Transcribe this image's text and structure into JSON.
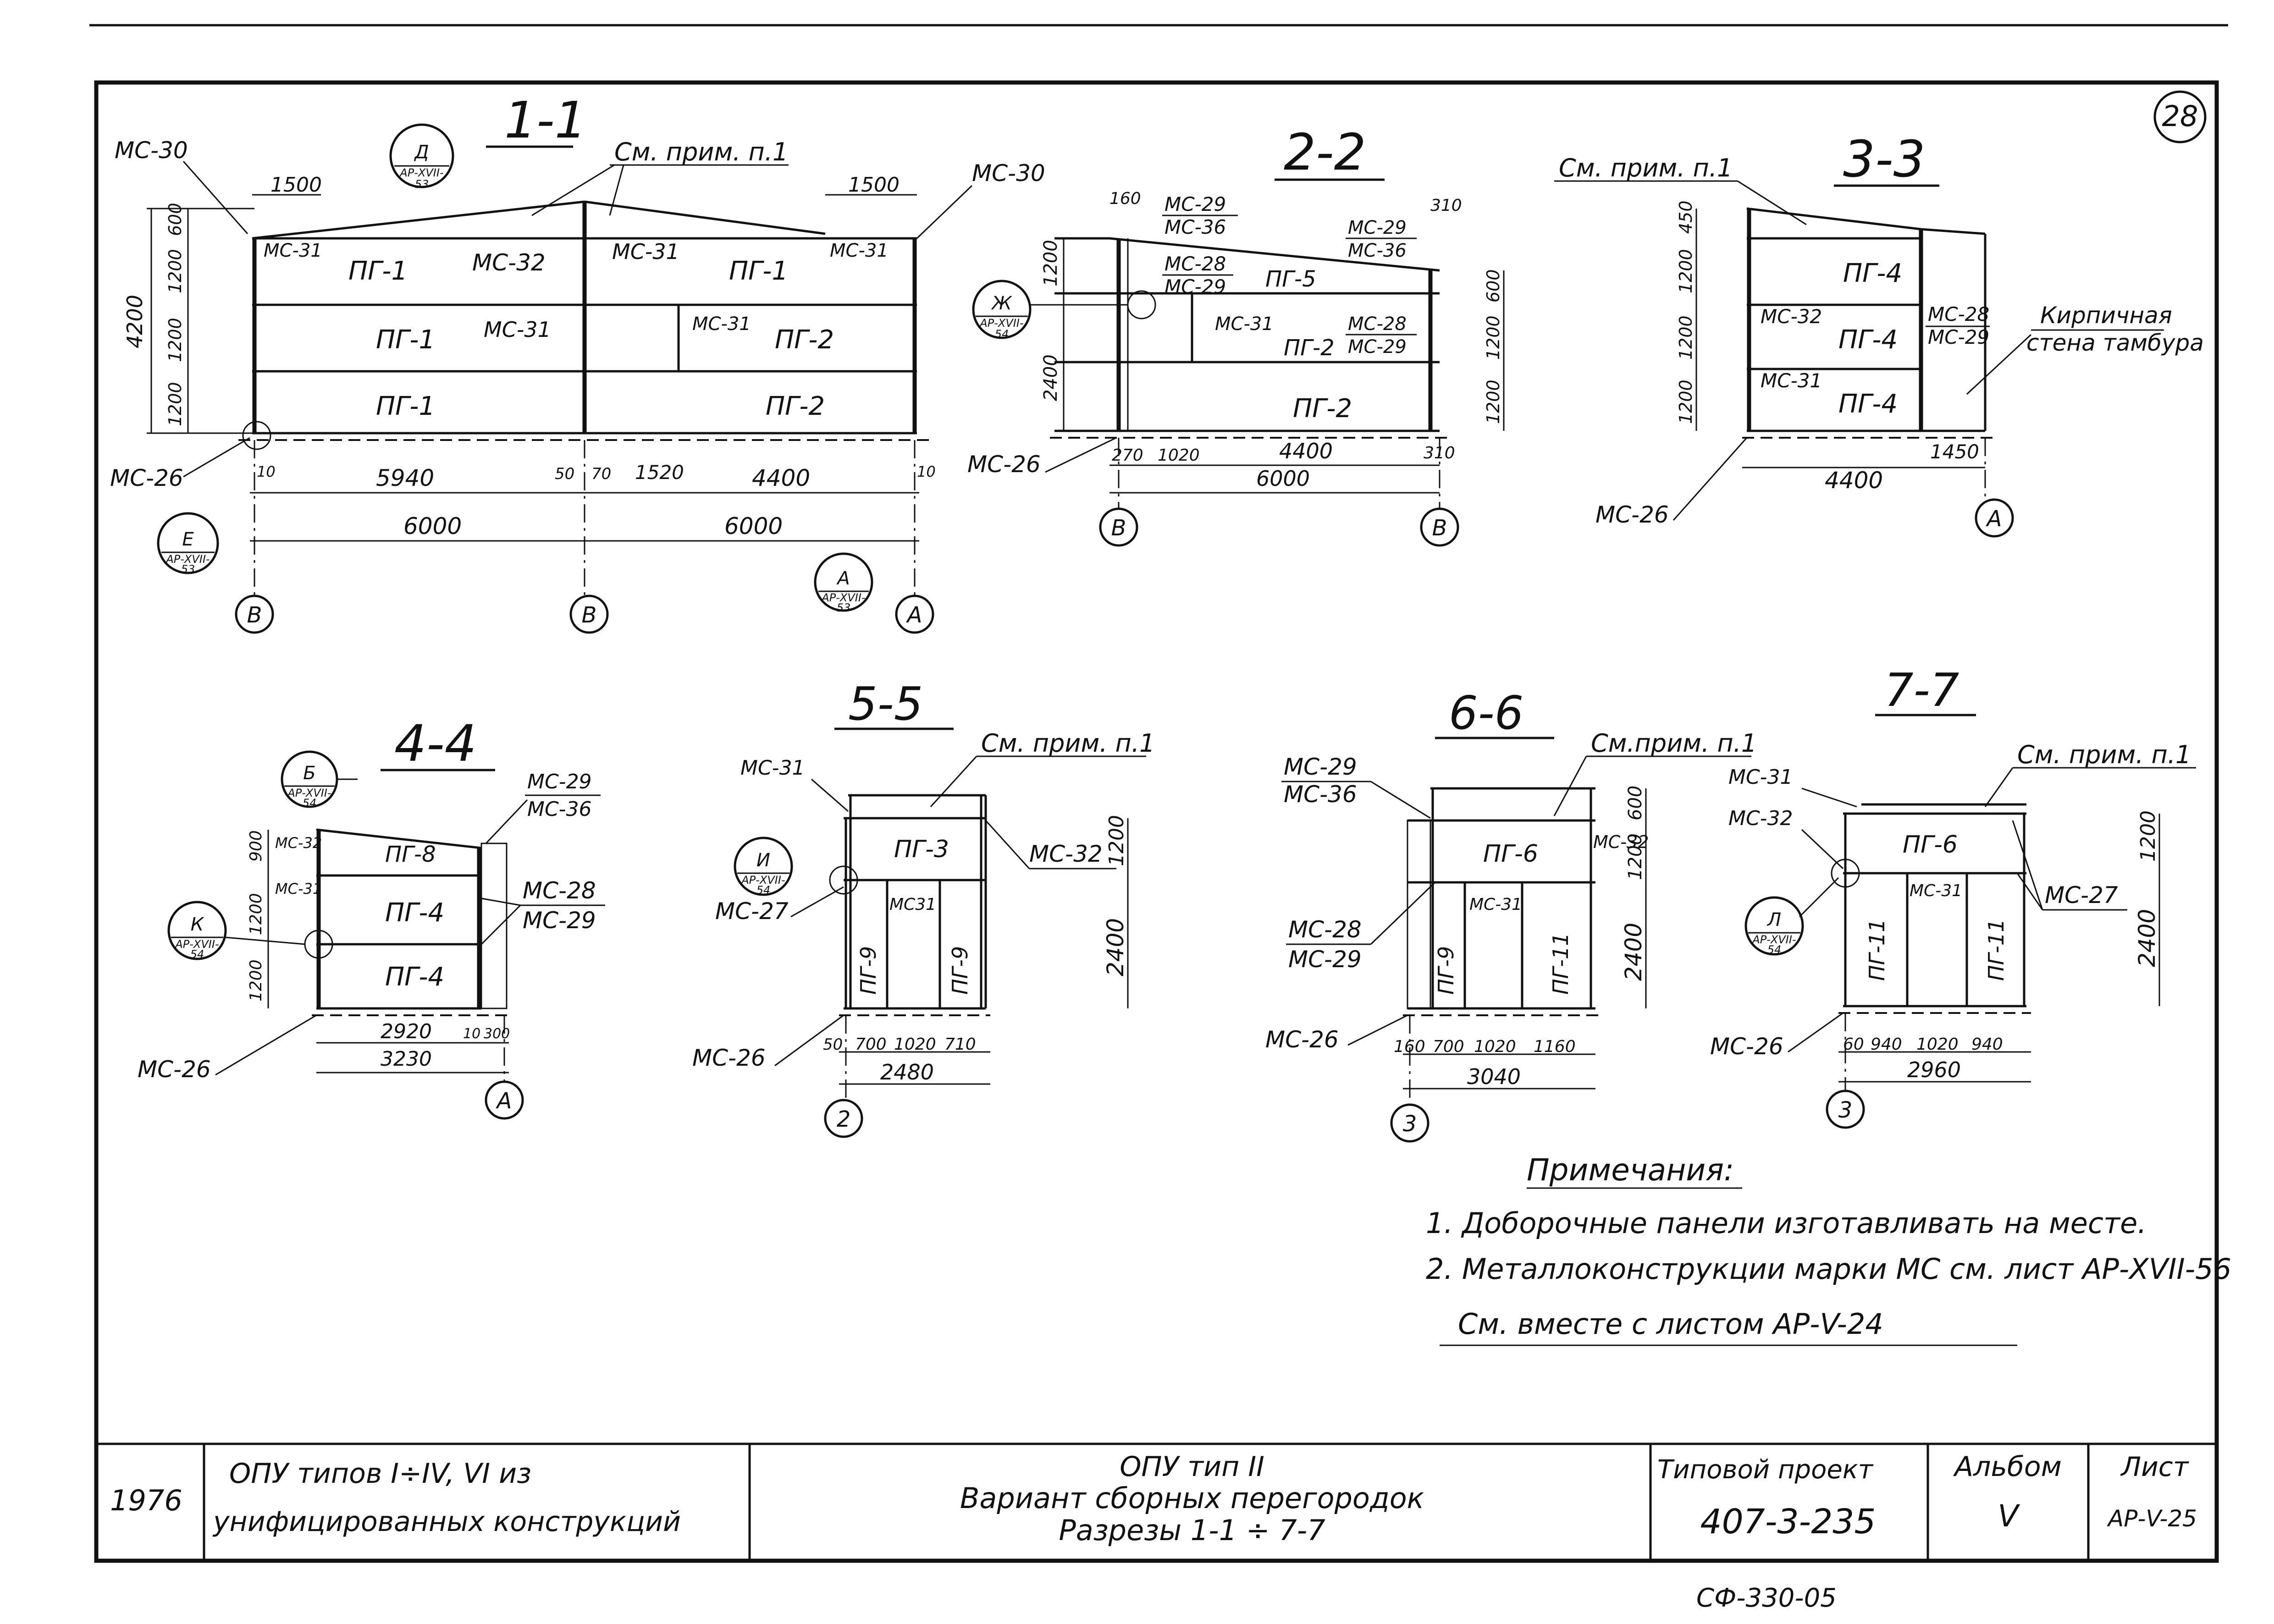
{
  "sheet": {
    "sheet_no": "28",
    "stamp_code": "СФ-330-05"
  },
  "sections": {
    "s11": {
      "title": "1-1",
      "ref_d": [
        "Д",
        "АР-XVII-",
        "53"
      ],
      "ref_e": [
        "Е",
        "АР-XVII-",
        "53"
      ],
      "ref_a": [
        "А",
        "АР-XVII-",
        "53"
      ],
      "note": "См. прим. п.1",
      "marks": {
        "mc30a": "МС-30",
        "mc30b": "МС-30",
        "mc31a": "МС-31",
        "mc31b": "МС-31",
        "mc31c": "МС-31",
        "mc31d": "МС-31",
        "mc31e": "МС-31",
        "mc32": "МС-32",
        "mc26": "МС-26"
      },
      "panels": {
        "p1": "ПГ-1",
        "p2": "ПГ-1",
        "p3": "ПГ-1",
        "p4": "ПГ-1",
        "p5": "ПГ-2",
        "p6": "ПГ-2"
      },
      "dims": {
        "top_left": "1500",
        "top_right": "1500",
        "h_total": "4200",
        "h1": "600",
        "h2": "1200",
        "h3": "1200",
        "h4": "1200",
        "d10a": "10",
        "d5940": "5940",
        "d50": "50",
        "d70": "70",
        "d1520": "1520",
        "d4400": "4400",
        "d10b": "10",
        "d6000a": "6000",
        "d6000b": "6000"
      },
      "axes": {
        "ax1": "В",
        "ax2": "В",
        "ax3": "А"
      }
    },
    "s22": {
      "title": "2-2",
      "ref_zh": [
        "Ж",
        "АР-XVII-",
        "54"
      ],
      "marks": {
        "mc29a": "МС-29",
        "mc36a": "МС-36",
        "mc29b": "МС-29",
        "mc36b": "МС-36",
        "mc28a": "МС-28",
        "mc29c": "МС-29",
        "mc31": "МС-31",
        "mc28b": "МС-28",
        "mc29d": "МС-29",
        "mc26": "МС-26"
      },
      "panels": {
        "p5": "ПГ-5",
        "p2a": "ПГ-2",
        "p2b": "ПГ-2"
      },
      "dims": {
        "d160": "160",
        "d310a": "310",
        "h1200a": "1200",
        "h2400": "2400",
        "h600": "600",
        "h1200b": "1200",
        "h1200c": "1200",
        "d270": "270",
        "d1020": "1020",
        "d4400": "4400",
        "d310b": "310",
        "d6000": "6000"
      },
      "axes": {
        "ax1": "В",
        "ax2": "В"
      }
    },
    "s33": {
      "title": "3-3",
      "note": "См. прим. п.1",
      "wall_label_1": "Кирпичная",
      "wall_label_2": "стена тамбура",
      "marks": {
        "mc32": "МС-32",
        "mc31": "МС-31",
        "mc28": "МС-28",
        "mc29": "МС-29",
        "mc26": "МС-26"
      },
      "panels": {
        "p1": "ПГ-4",
        "p2": "ПГ-4",
        "p3": "ПГ-4"
      },
      "dims": {
        "h450": "450",
        "h1200a": "1200",
        "h1200b": "1200",
        "h1200c": "1200",
        "d4400": "4400",
        "d1450": "1450"
      },
      "axes": {
        "ax1": "А"
      }
    },
    "s44": {
      "title": "4-4",
      "ref_b": [
        "Б",
        "АР-XVII-",
        "54"
      ],
      "ref_k": [
        "К",
        "АР-XVII-",
        "54"
      ],
      "marks": {
        "mc29a": "МС-29",
        "mc36": "МС-36",
        "mc32": "МС-32",
        "mc31": "МС-31",
        "mc28": "МС-28",
        "mc29b": "МС-29",
        "mc26": "МС-26"
      },
      "panels": {
        "p1": "ПГ-8",
        "p2": "ПГ-4",
        "p3": "ПГ-4"
      },
      "dims": {
        "h900": "900",
        "h1200a": "1200",
        "h1200b": "1200",
        "d2920": "2920",
        "d10": "10",
        "d300": "300",
        "d3230": "3230"
      },
      "axes": {
        "ax1": "А"
      }
    },
    "s55": {
      "title": "5-5",
      "ref_i": [
        "И",
        "АР-XVII-",
        "54"
      ],
      "note": "См. прим. п.1",
      "marks": {
        "mc31a": "МС-31",
        "mc32": "МС-32",
        "mc27": "МС-27",
        "mc31b": "МС31",
        "mc26": "МС-26"
      },
      "panels": {
        "p1": "ПГ-3",
        "p2": "ПГ-9",
        "p3": "ПГ-9"
      },
      "dims": {
        "h1200": "1200",
        "h2400": "2400",
        "d50": "50",
        "d700": "700",
        "d1020": "1020",
        "d710": "710",
        "d2480": "2480"
      },
      "axes": {
        "ax1": "2"
      }
    },
    "s66": {
      "title": "6-6",
      "note": "См.прим. п.1",
      "marks": {
        "mc29a": "МС-29",
        "mc36": "МС-36",
        "mc32": "МС-32",
        "mc28": "МС-28",
        "mc29b": "МС-29",
        "mc31": "МС-31",
        "mc26": "МС-26"
      },
      "panels": {
        "p1": "ПГ-6",
        "p2": "ПГ-9",
        "p3": "ПГ-11"
      },
      "dims": {
        "h600": "600",
        "h1200": "1200",
        "h2400": "2400",
        "d160": "160",
        "d700": "700",
        "d1020": "1020",
        "d1160": "1160",
        "d3040": "3040"
      },
      "axes": {
        "ax1": "3"
      }
    },
    "s77": {
      "title": "7-7",
      "note": "См. прим. п.1",
      "ref_l": [
        "Л",
        "АР-XVII-",
        "54"
      ],
      "marks": {
        "mc31a": "МС-31",
        "mc32": "МС-32",
        "mc31b": "МС-31",
        "mc27": "МС-27",
        "mc26": "МС-26"
      },
      "panels": {
        "p1": "ПГ-6",
        "p2": "ПГ-11",
        "p3": "ПГ-11"
      },
      "dims": {
        "h1200": "1200",
        "h2400": "2400",
        "d60": "60",
        "d940a": "940",
        "d1020": "1020",
        "d940b": "940",
        "d2960": "2960"
      },
      "axes": {
        "ax1": "3"
      }
    }
  },
  "notes": {
    "heading": "Примечания:",
    "n1": "1. Доборочные панели изготавливать на месте.",
    "n2": "2. Металлоконструкции марки МС см. лист АР-XVII-56",
    "see_also": "См. вместе с листом АР-V-24"
  },
  "title_block": {
    "year": "1976",
    "left_1": "ОПУ типов I÷IV, VI из",
    "left_2": "унифицированных конструкций",
    "center_1": "ОПУ тип II",
    "center_2": "Вариант сборных перегородок",
    "center_3": "Разрезы 1-1 ÷ 7-7",
    "project_label": "Типовой проект",
    "project_no": "407-3-235",
    "album_label": "Альбом",
    "album_no": "V",
    "sheet_label": "Лист",
    "sheet_no": "АР-V-25"
  }
}
